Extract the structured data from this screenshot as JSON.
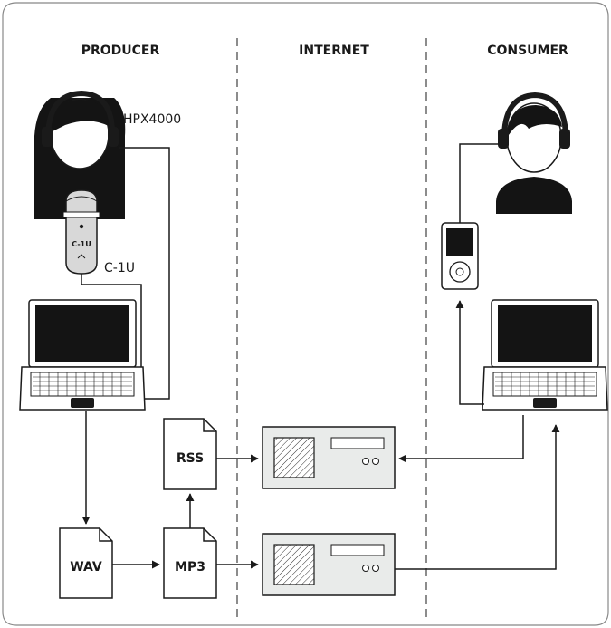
{
  "columns": {
    "producer": "PRODUCER",
    "internet": "INTERNET",
    "consumer": "CONSUMER"
  },
  "devices": {
    "headphones_label": "HPX4000",
    "microphone_label": "C-1U",
    "mic_body_text": "C-1U"
  },
  "documents": {
    "rss": "RSS",
    "wav": "WAV",
    "mp3": "MP3"
  },
  "colors": {
    "line": "#1a1a1a",
    "server_fill": "#e9ebea",
    "mic_fill": "#d8d8d8",
    "frame": "#888888"
  }
}
